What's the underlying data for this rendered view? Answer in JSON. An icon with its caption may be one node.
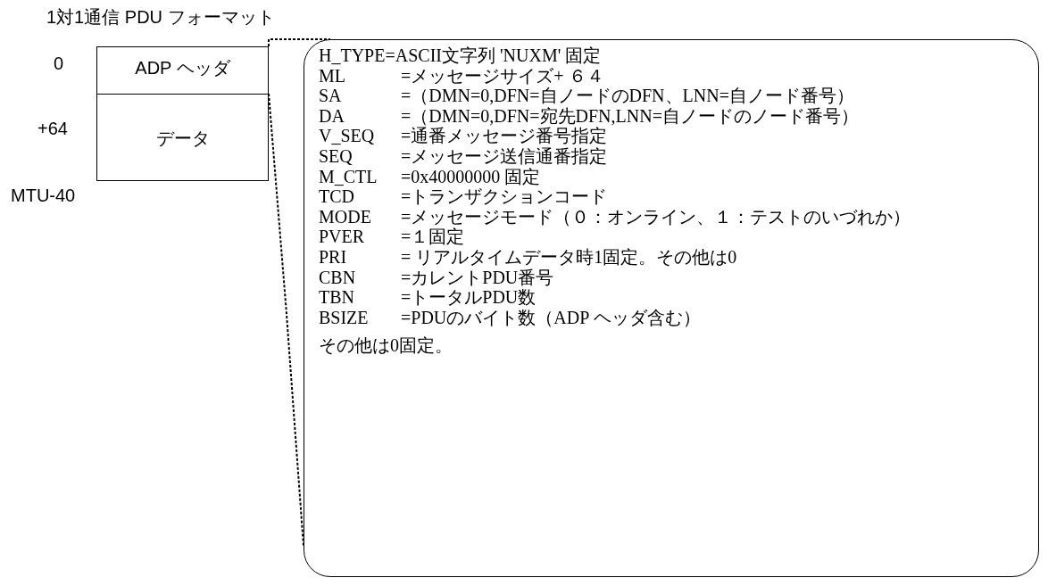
{
  "diagram": {
    "title": "1対1通信 PDU フォーマット",
    "nodes": [
      {
        "text": [
          "ADP ヘッダ"
        ]
      },
      {
        "text": [
          "データ"
        ]
      },
      {
        "text": [
          "H_TYPE=ASCII文字列 'NUXM' 固定",
          "ML =メッセージサイズ+ ６４",
          "SA =（DMN=0,DFN=自ノードのDFN、LNN=自ノード番号）",
          "DA =（DMN=0,DFN=宛先DFN,LNN=自ノードのノード番号）",
          "V_SEQ =通番メッセージ番号指定",
          "SEQ =メッセージ送信通番指定",
          "M_CTL =0x40000000 固定",
          "TCD =トランザクションコード",
          "MODE =メッセージモード（０：オンライン、１：テストのいづれか）",
          "PVER =１固定",
          "PRI = リアルタイムデータ時1固定。その他は0",
          "CBN =カレントPDU番号",
          "TBN =トータルPDU数",
          "BSIZE =PDUのバイト数（ADP ヘッダ含む）",
          "その他は0固定。"
        ]
      }
    ],
    "edges": [
      {
        "from": 0,
        "to": 2,
        "arrow": "none",
        "style": "dashed"
      },
      {
        "from": 0,
        "to": 2,
        "arrow": "none",
        "style": "dashed"
      }
    ],
    "labels": [
      "0",
      "+64",
      "MTU-40"
    ]
  }
}
